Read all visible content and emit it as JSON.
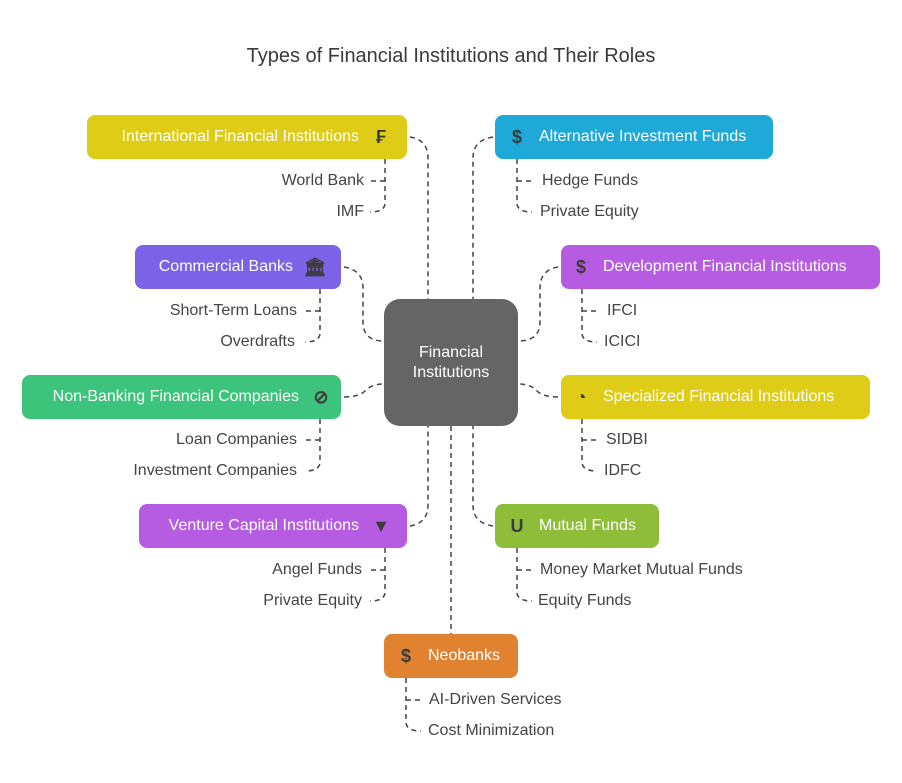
{
  "title": "Types of Financial Institutions and Their Roles",
  "center": {
    "line1": "Financial",
    "line2": "Institutions"
  },
  "nodes": {
    "international": {
      "label": "International Financial Institutions",
      "icon": "globe-currency-icon",
      "color": "#dfcc17",
      "children": [
        "World Bank",
        "IMF"
      ]
    },
    "alternative": {
      "label": "Alternative Investment Funds",
      "icon": "investment-exchange-icon",
      "color": "#1fa9d8",
      "children": [
        "Hedge Funds",
        "Private Equity"
      ]
    },
    "commercial": {
      "label": "Commercial Banks",
      "icon": "bank-icon",
      "color": "#7b62e6",
      "children": [
        "Short-Term Loans",
        "Overdrafts"
      ]
    },
    "development": {
      "label": "Development Financial Institutions",
      "icon": "buildings-dollar-icon",
      "color": "#b65ce2",
      "children": [
        "IFCI",
        "ICICI"
      ]
    },
    "nbfc": {
      "label": "Non-Banking Financial Companies",
      "icon": "card-blocked-icon",
      "color": "#3cc47c",
      "children": [
        "Loan Companies",
        "Investment Companies"
      ]
    },
    "specialized": {
      "label": "Specialized Financial Institutions",
      "icon": "graduation-cycle-icon",
      "color": "#dfcc17",
      "children": [
        "SIDBI",
        "IDFC"
      ]
    },
    "venture": {
      "label": "Venture Capital Institutions",
      "icon": "venture-logo-icon",
      "color": "#b65ce2",
      "children": [
        "Angel Funds",
        "Private Equity"
      ]
    },
    "mutual": {
      "label": "Mutual Funds",
      "icon": "magnet-icon",
      "color": "#8ebd3a",
      "children": [
        "Money Market Mutual Funds",
        "Equity Funds"
      ]
    },
    "neobanks": {
      "label": "Neobanks",
      "icon": "digital-payment-icon",
      "color": "#e0822f",
      "children": [
        "AI-Driven Services",
        "Cost Minimization"
      ]
    }
  }
}
